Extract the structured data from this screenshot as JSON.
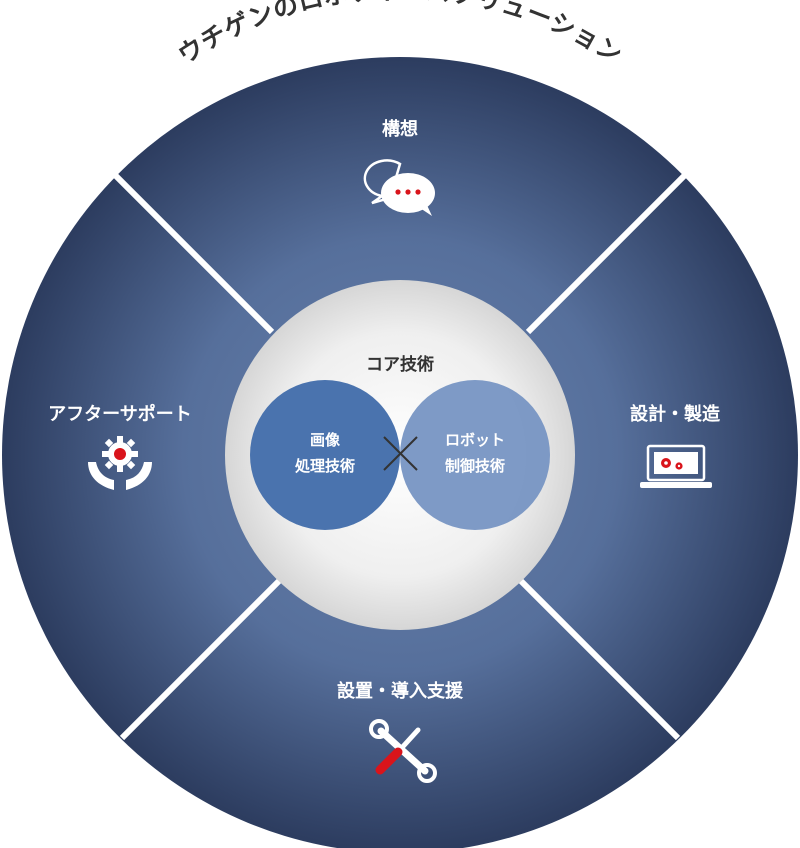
{
  "diagram": {
    "title": "ウチゲンのロボティクスソリューション",
    "segments": {
      "top": {
        "label": "構想",
        "icon": "speech-bubbles-icon"
      },
      "right": {
        "label": "設計・製造",
        "icon": "laptop-gears-icon"
      },
      "bottom": {
        "label": "設置・導入支援",
        "icon": "wrench-screwdriver-icon"
      },
      "left": {
        "label": "アフターサポート",
        "icon": "hands-gear-icon"
      }
    },
    "core": {
      "title": "コア技術",
      "left_circle": {
        "line1": "画像",
        "line2": "処理技術"
      },
      "right_circle": {
        "line1": "ロボット",
        "line2": "制御技術"
      }
    },
    "colors": {
      "ring_center": "#5d7aa6",
      "ring_edge": "#2f4063",
      "left_circle": "#4a72ad",
      "right_circle": "#7896c4",
      "accent_red": "#d9141b"
    }
  }
}
